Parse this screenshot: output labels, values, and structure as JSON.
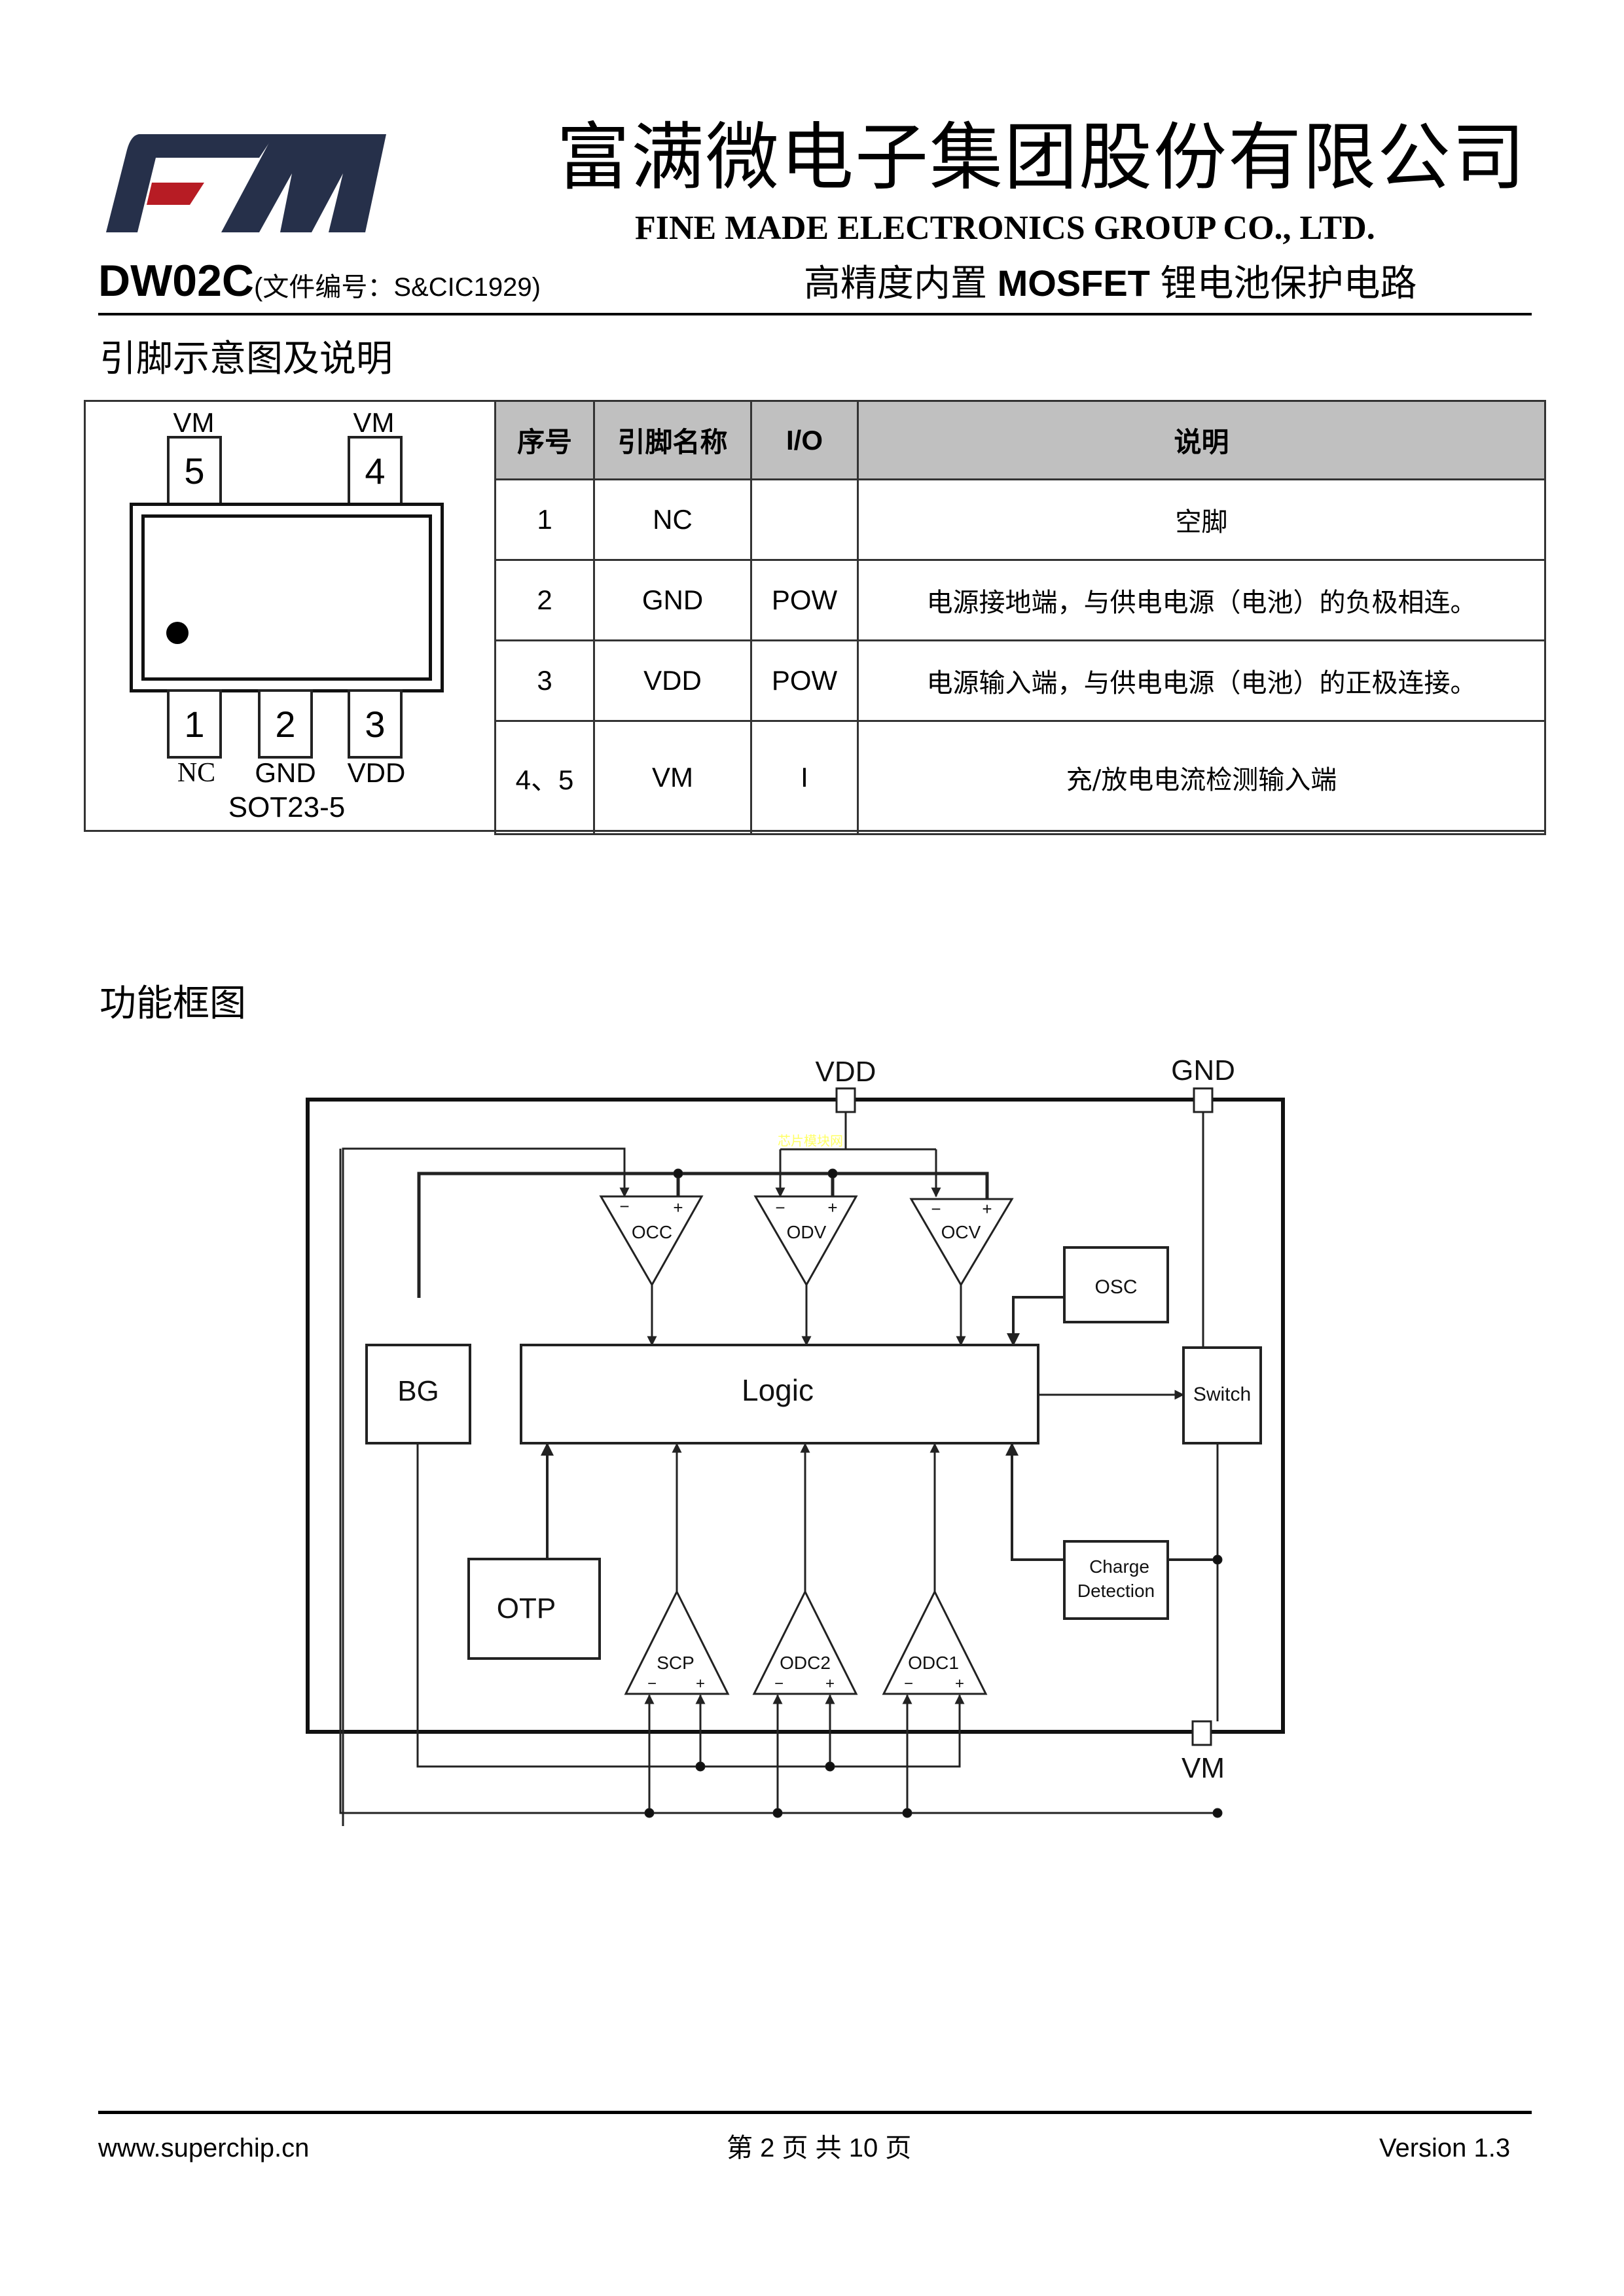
{
  "header": {
    "company_cn": "富满微电子集团股份有限公司",
    "company_en": "FINE MADE ELECTRONICS GROUP CO., LTD.",
    "logo_text": "FM",
    "model": "DW02C",
    "doc_number": "(文件编号：S&CIC1929)",
    "subtitle_pre": "高精度内置 ",
    "subtitle_bold": "MOSFET",
    "subtitle_post": " 锂电池保护电路",
    "colors": {
      "logo_navy": "#26304a",
      "logo_red": "#b71c24"
    }
  },
  "pin_section": {
    "title": "引脚示意图及说明",
    "package": {
      "name": "SOT23-5",
      "top_pins": [
        {
          "number": "5",
          "label": "VM"
        },
        {
          "number": "4",
          "label": "VM"
        }
      ],
      "bottom_pins": [
        {
          "number": "1",
          "label": "NC"
        },
        {
          "number": "2",
          "label": "GND"
        },
        {
          "number": "3",
          "label": "VDD"
        }
      ]
    },
    "table": {
      "headers": [
        "序号",
        "引脚名称",
        "I/O",
        "说明"
      ],
      "rows": [
        {
          "no": "1",
          "name": "NC",
          "io": "",
          "desc": "空脚"
        },
        {
          "no": "2",
          "name": "GND",
          "io": "POW",
          "desc": "电源接地端，与供电电源（电池）的负极相连。"
        },
        {
          "no": "3",
          "name": "VDD",
          "io": "POW",
          "desc": "电源输入端，与供电电源（电池）的正极连接。"
        },
        {
          "no": "4、5",
          "name": "VM",
          "io": "I",
          "desc": "充/放电电流检测输入端"
        }
      ]
    }
  },
  "block_section": {
    "title": "功能框图",
    "diagram": {
      "pins": {
        "vdd": "VDD",
        "gnd": "GND",
        "vm": "VM"
      },
      "blocks": {
        "bg": "BG",
        "logic": "Logic",
        "otp": "OTP",
        "osc": "OSC",
        "switch": "Switch",
        "charge_detection_1": "Charge",
        "charge_detection_2": "Detection"
      },
      "comparators_top": [
        "OCC",
        "ODV",
        "OCV"
      ],
      "comparators_bottom": [
        "SCP",
        "ODC2",
        "ODC1"
      ],
      "minus": "−",
      "plus": "+",
      "watermark": "芯片模块网"
    }
  },
  "footer": {
    "website": "www.superchip.cn",
    "page_info": "第 2 页 共 10 页",
    "version": "Version 1.3"
  }
}
